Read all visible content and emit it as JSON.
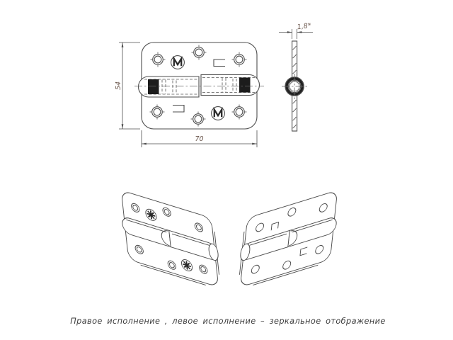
{
  "colors": {
    "background": "#ffffff",
    "line": "#4d4d4d",
    "dimension_text": "#6a564c",
    "bushing_fill": "#1c1c1c"
  },
  "dimensions": {
    "height": "54",
    "width": "70",
    "thickness": "1,8*"
  },
  "caption": {
    "text": "Правое исполнение , левое исполнение – зеркальное отображение"
  }
}
